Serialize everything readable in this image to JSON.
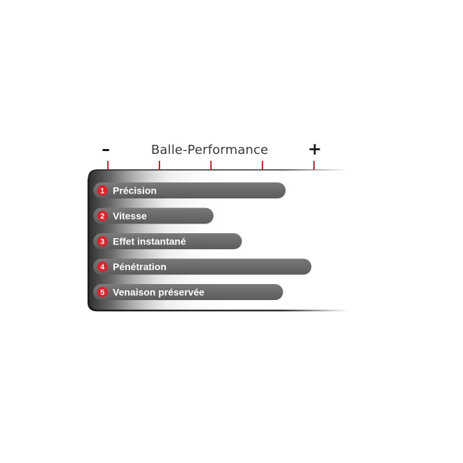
{
  "chart_data": {
    "type": "bar",
    "orientation": "horizontal",
    "title": "Balle-Performance",
    "scale_min_label": "–",
    "scale_max_label": "+",
    "xlim": [
      0,
      4
    ],
    "ticks": [
      0,
      1,
      2,
      3,
      4
    ],
    "categories": [
      {
        "number": "1",
        "label": "Précision"
      },
      {
        "number": "2",
        "label": "Vitesse"
      },
      {
        "number": "3",
        "label": "Effet instantané"
      },
      {
        "number": "4",
        "label": "Pénétration"
      },
      {
        "number": "5",
        "label": "Venaison préservée"
      }
    ],
    "values": [
      3.45,
      2.05,
      2.6,
      3.95,
      3.4
    ],
    "grid": false,
    "legend": "none"
  },
  "colors": {
    "bar": "#6b6b6b",
    "frame": "#1a1a1a",
    "badge": "#e2202c",
    "tick": "#d5202a",
    "label_text": "#ffffff",
    "title_text": "#3a3a3a"
  }
}
